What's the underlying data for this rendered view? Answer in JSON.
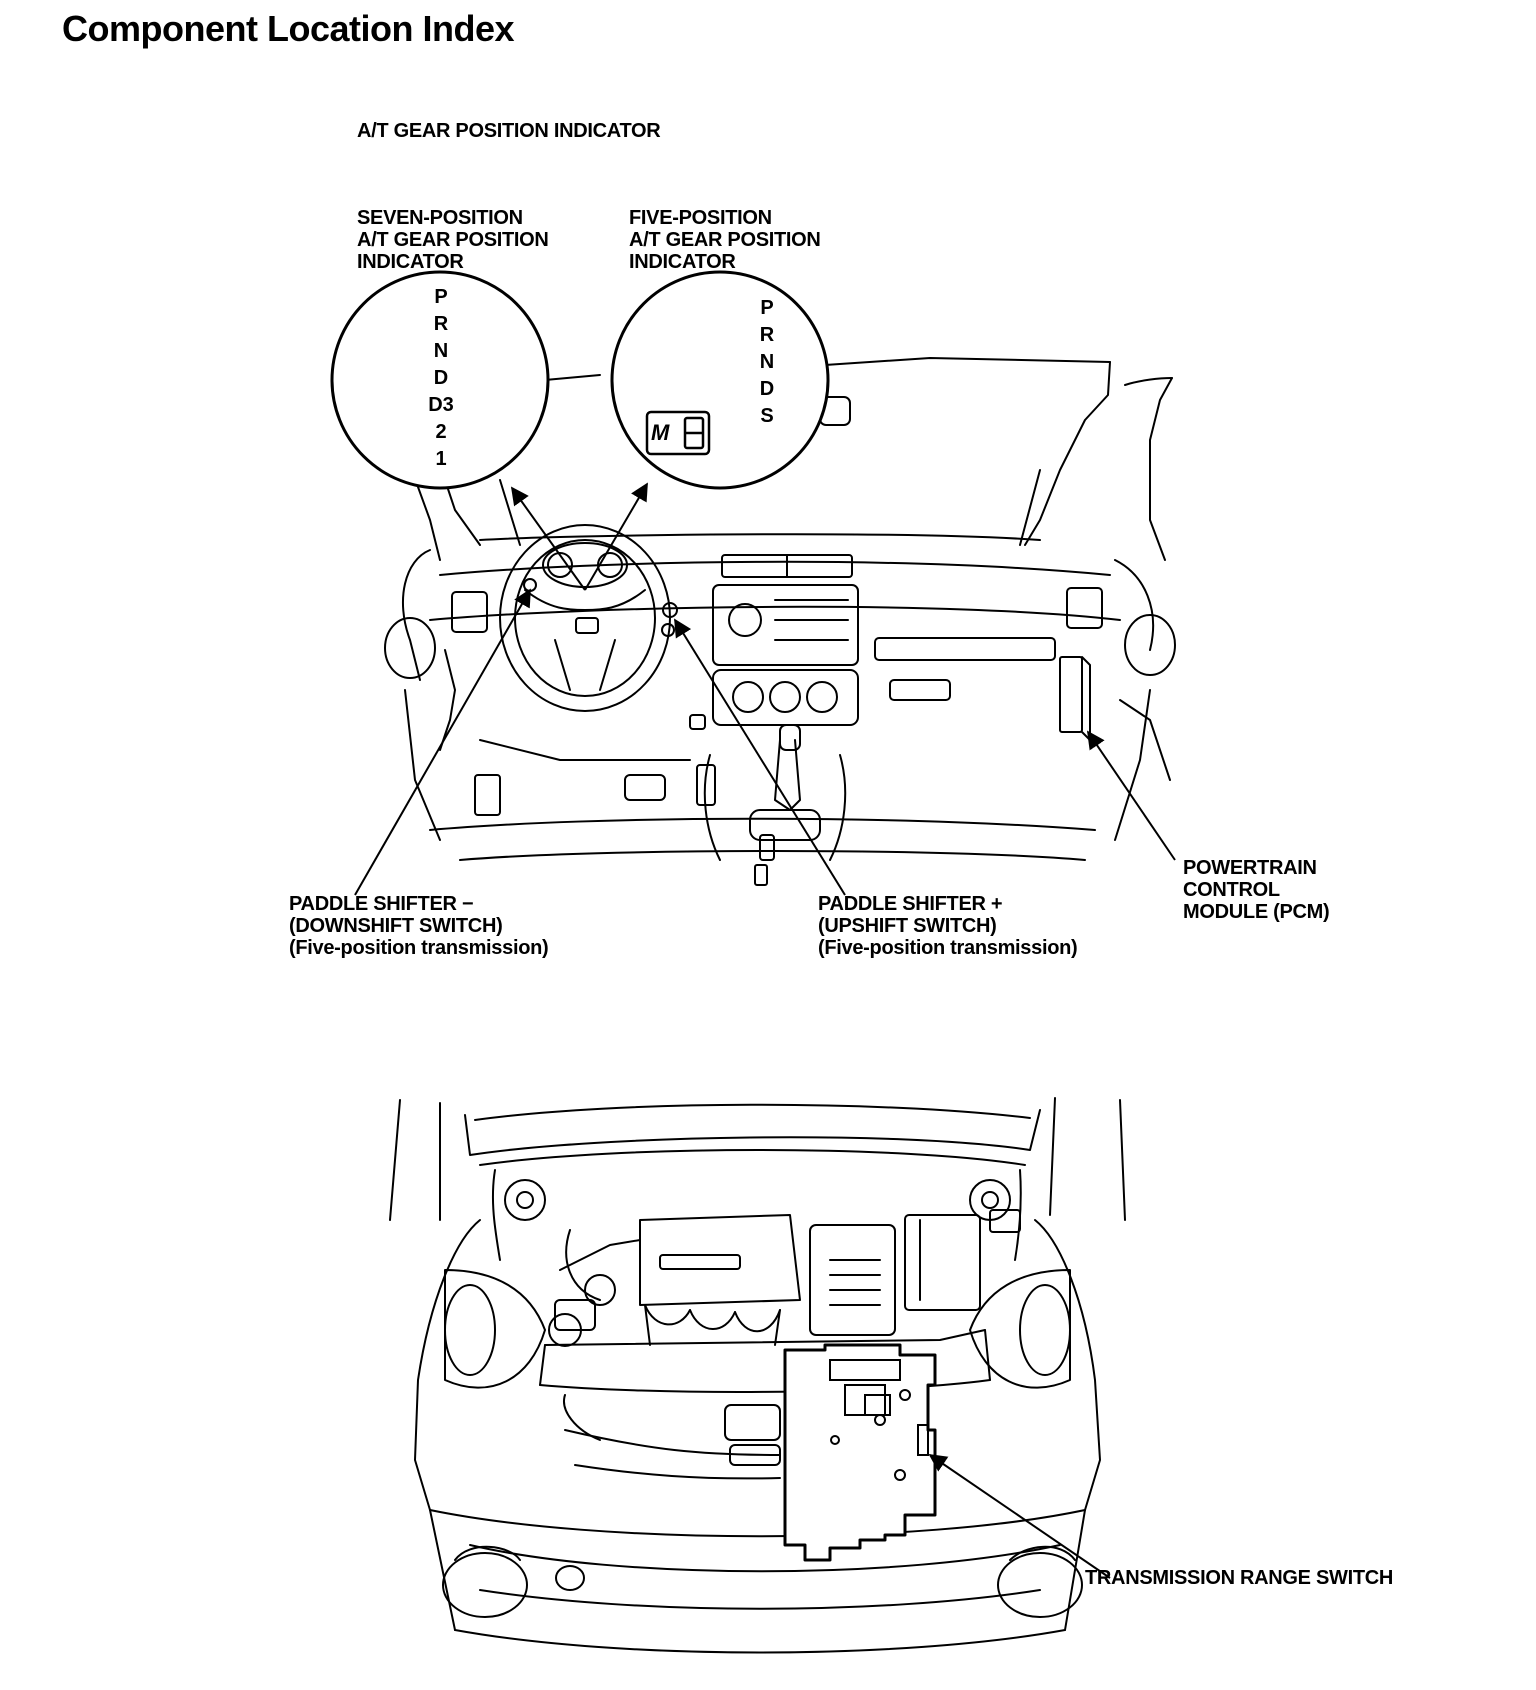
{
  "page": {
    "title": "Component Location Index",
    "section_heading": "A/T GEAR POSITION INDICATOR"
  },
  "indicators": {
    "seven_position": {
      "label": [
        "SEVEN-POSITION",
        "A/T GEAR POSITION",
        "INDICATOR"
      ],
      "gears": [
        "P",
        "R",
        "N",
        "D",
        "D3",
        "2",
        "1"
      ]
    },
    "five_position": {
      "label": [
        "FIVE-POSITION",
        "A/T GEAR POSITION",
        "INDICATOR"
      ],
      "gears": [
        "P",
        "R",
        "N",
        "D",
        "S"
      ],
      "display_badge": "M"
    }
  },
  "callouts": {
    "paddle_minus": [
      "PADDLE SHIFTER −",
      "(DOWNSHIFT SWITCH)",
      "(Five-position transmission)"
    ],
    "paddle_plus": [
      "PADDLE SHIFTER +",
      "(UPSHIFT SWITCH)",
      "(Five-position transmission)"
    ],
    "pcm": [
      "POWERTRAIN",
      "CONTROL",
      "MODULE (PCM)"
    ],
    "trs": [
      "TRANSMISSION RANGE SWITCH"
    ]
  }
}
